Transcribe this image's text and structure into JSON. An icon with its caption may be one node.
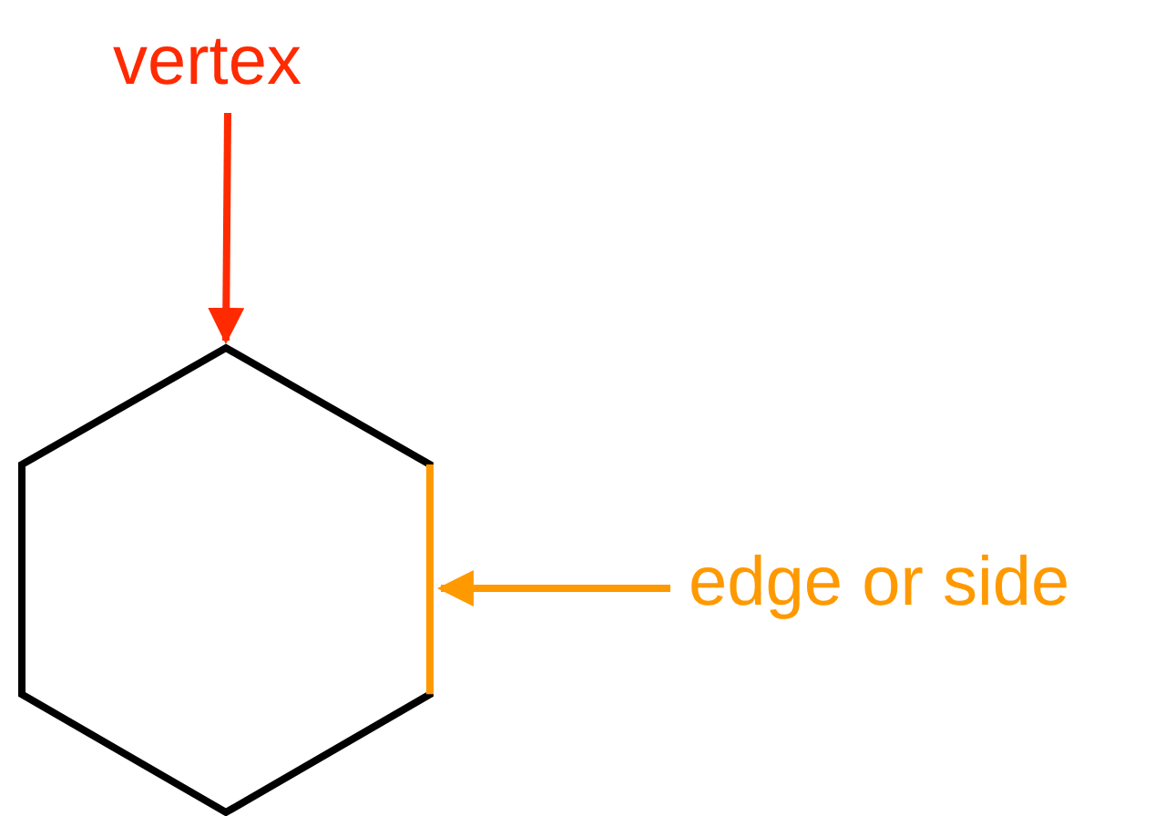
{
  "diagram": {
    "nodes": [
      {
        "text": [
          "vertex"
        ]
      },
      {
        "text": [],
        "shape": "hexagon"
      },
      {
        "text": [
          "edge or side"
        ]
      }
    ],
    "edges": [
      {
        "from": 0,
        "to": 1,
        "arrow": "to",
        "color": "#ff2a00"
      },
      {
        "from": 2,
        "to": 1,
        "arrow": "to",
        "color": "#ff9900"
      }
    ]
  }
}
